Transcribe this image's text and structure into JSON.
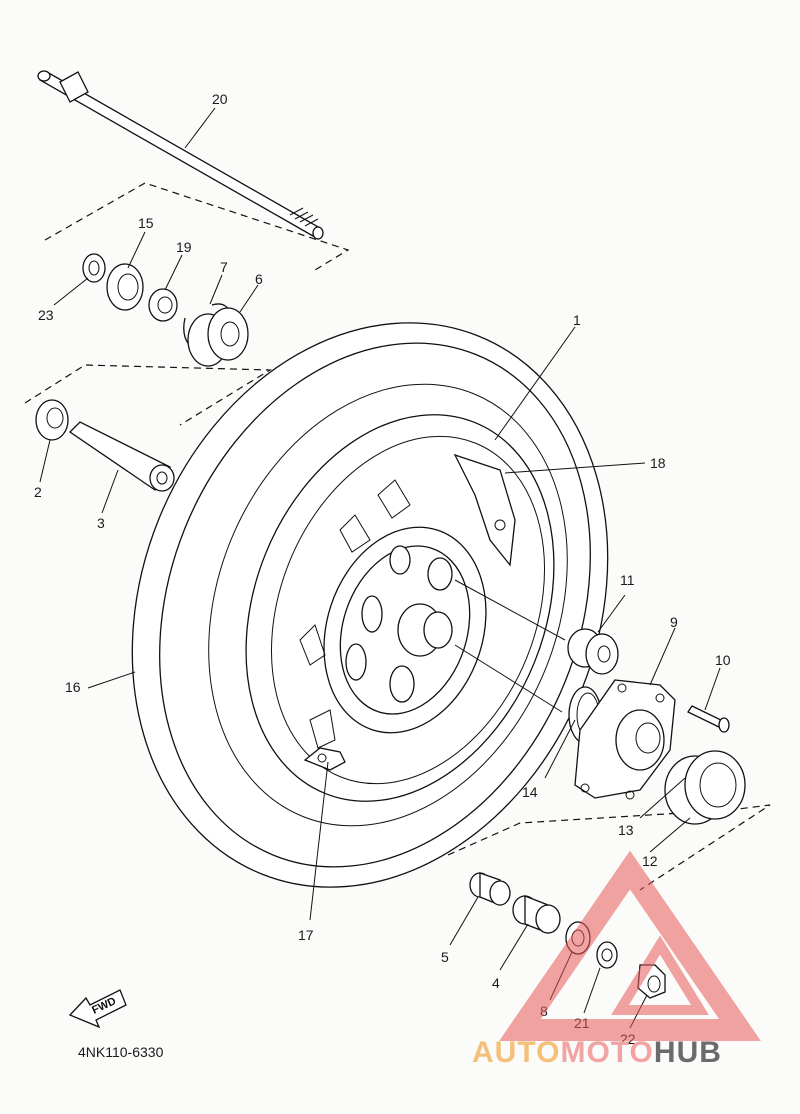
{
  "diagram_code": "4NK110-6330",
  "fwd_label": "FWD",
  "watermark": {
    "part1": "AUTO",
    "part2": "MOTO",
    "part3": "HUB",
    "color1": "#f4c07a",
    "color2": "#f2a3a3",
    "color3": "#6b6b6b",
    "logo_color": "#e85a5a"
  },
  "labels": {
    "p1": "1",
    "p2": "2",
    "p3": "3",
    "p4": "4",
    "p5": "5",
    "p6": "6",
    "p7": "7",
    "p8": "8",
    "p9": "9",
    "p10": "10",
    "p11": "11",
    "p12": "12",
    "p13": "13",
    "p14": "14",
    "p15": "15",
    "p16": "16",
    "p17": "17",
    "p18": "18",
    "p19": "19",
    "p20": "20",
    "p21": "21",
    "p22": "22",
    "p23": "23"
  }
}
